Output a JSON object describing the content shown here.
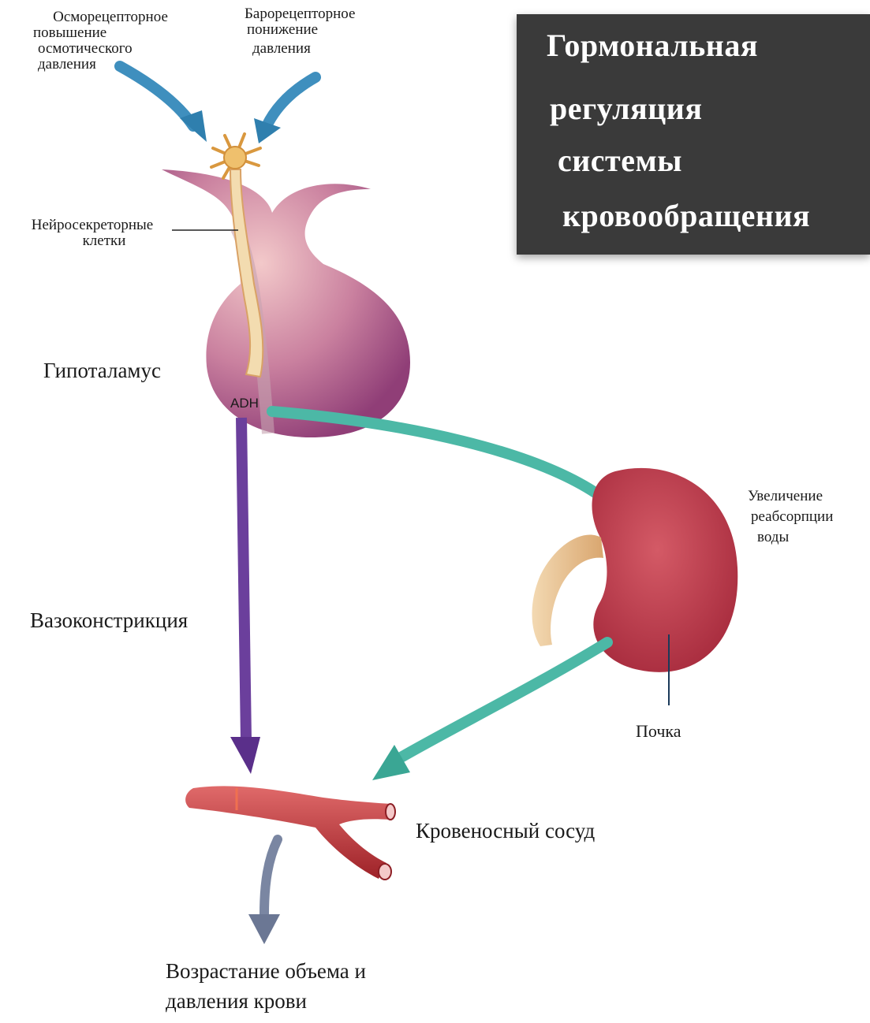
{
  "title": {
    "line1": "Гормональная",
    "line2": "регуляция",
    "line3": "системы",
    "line4": "кровообращения"
  },
  "labels": {
    "osmo": [
      "Осморецепторное",
      "повышение",
      "осмотического",
      "давления"
    ],
    "baro": [
      "Барорецепторное",
      "понижение",
      "давления"
    ],
    "neuro": [
      "Нейросекреторные",
      "клетки"
    ],
    "hypothalamus": "Гипоталамус",
    "adh": "ADH",
    "vasoconstriction": "Вазоконстрикция",
    "reabsorption": [
      "Увеличение",
      "реабсорпции",
      "воды"
    ],
    "kidney": "Почка",
    "vessel": "Кровеносный сосуд",
    "result": [
      "Возрастание объема и",
      "давления крови"
    ]
  },
  "colors": {
    "title_bg": "#3a3a3a",
    "blue_arrow": "#3f8fbe",
    "teal_arrow": "#4cb8a6",
    "purple_arrow": "#6b3f9c",
    "gray_arrow": "#7a86a2",
    "kidney": "#c2414f",
    "vessel": "#c0333a",
    "hypothalamus": "#b45a86"
  }
}
